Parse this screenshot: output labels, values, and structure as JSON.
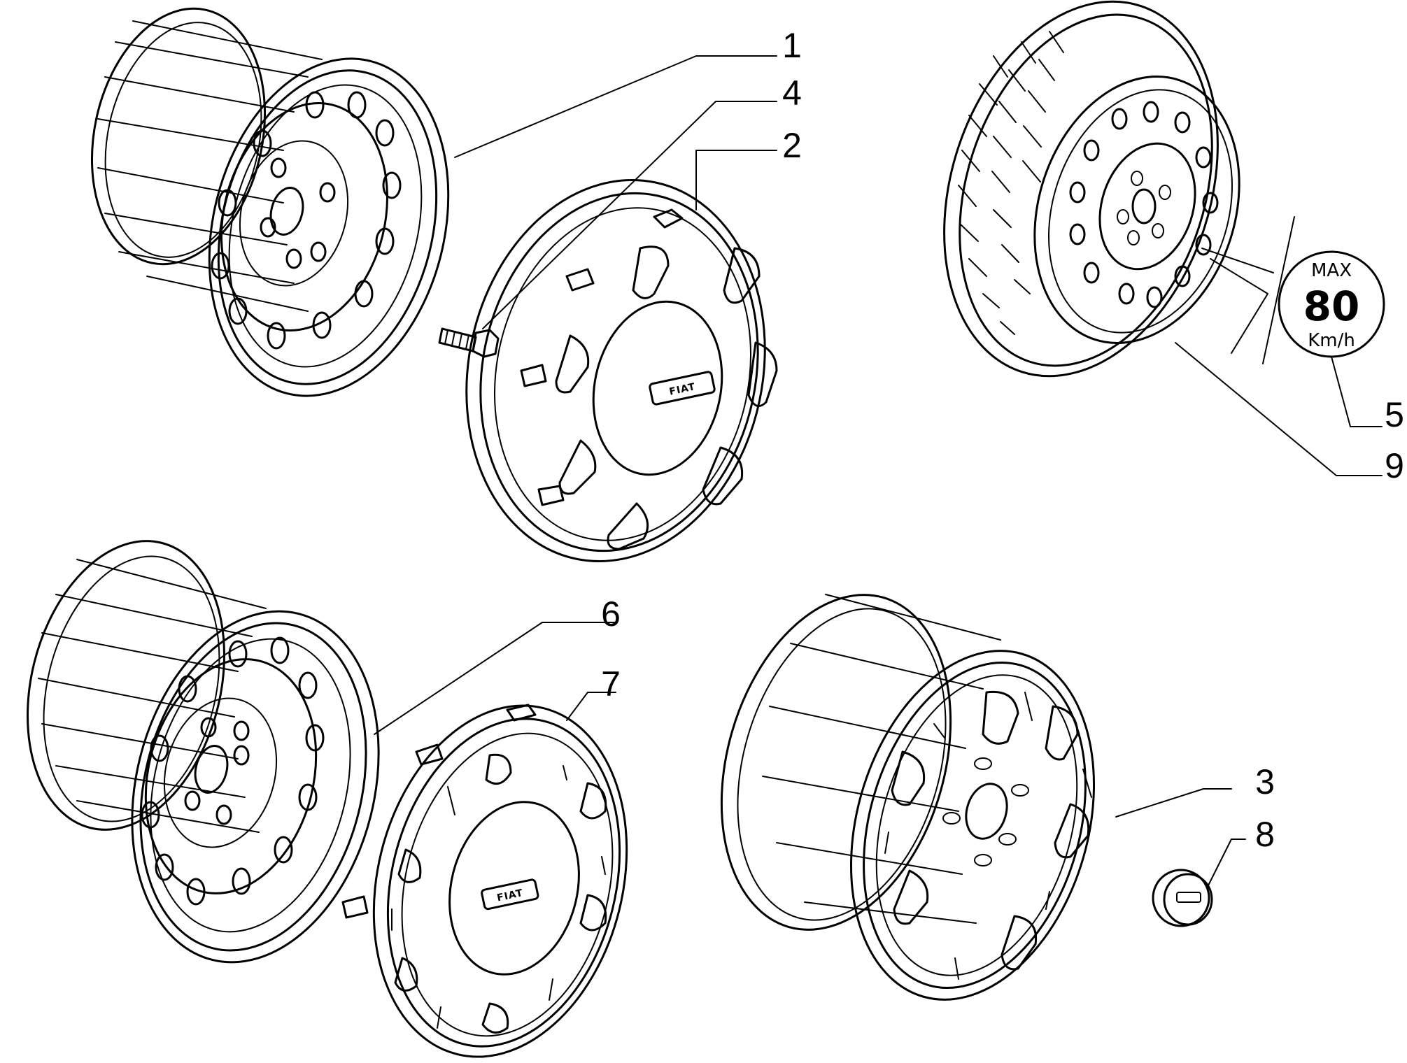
{
  "callouts": {
    "c1": "1",
    "c2": "2",
    "c3": "3",
    "c4": "4",
    "c5": "5",
    "c6": "6",
    "c7": "7",
    "c8": "8",
    "c9": "9"
  },
  "speed_badge": {
    "top": "MAX",
    "value": "80",
    "unit": "Km/h"
  },
  "logos": {
    "hubcap_top": "FIAT",
    "hubcap_bottom": "FIAT"
  },
  "colors": {
    "ink": "#000000",
    "paper": "#ffffff"
  }
}
